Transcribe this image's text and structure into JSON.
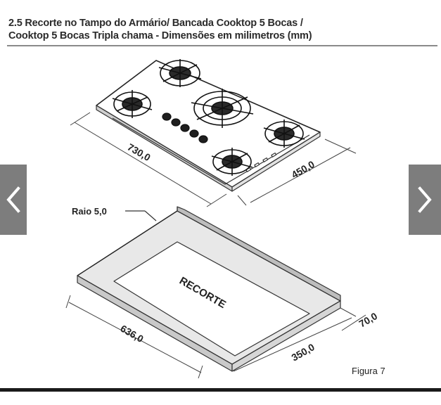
{
  "heading": {
    "line1": "2.5 Recorte no Tampo do Armário/ Bancada Cooktop 5 Bocas /",
    "line2": "Cooktop 5 Bocas Tripla chama - Dimensões em milimetros (mm)"
  },
  "figure": {
    "cooktop_length": "730,0",
    "cooktop_depth": "450,0",
    "radius_label": "Raio 5,0",
    "cutout_label": "RECORTE",
    "cutout_length": "636,0",
    "cutout_depth": "350,0",
    "edge_offset": "70,0",
    "caption": "Figura 7"
  },
  "nav": {
    "prev_icon": "chevron-left-icon",
    "next_icon": "chevron-right-icon"
  },
  "colors": {
    "nav_bg": "#7d7d7d",
    "line": "#333333",
    "rule": "#8a8a8a"
  }
}
